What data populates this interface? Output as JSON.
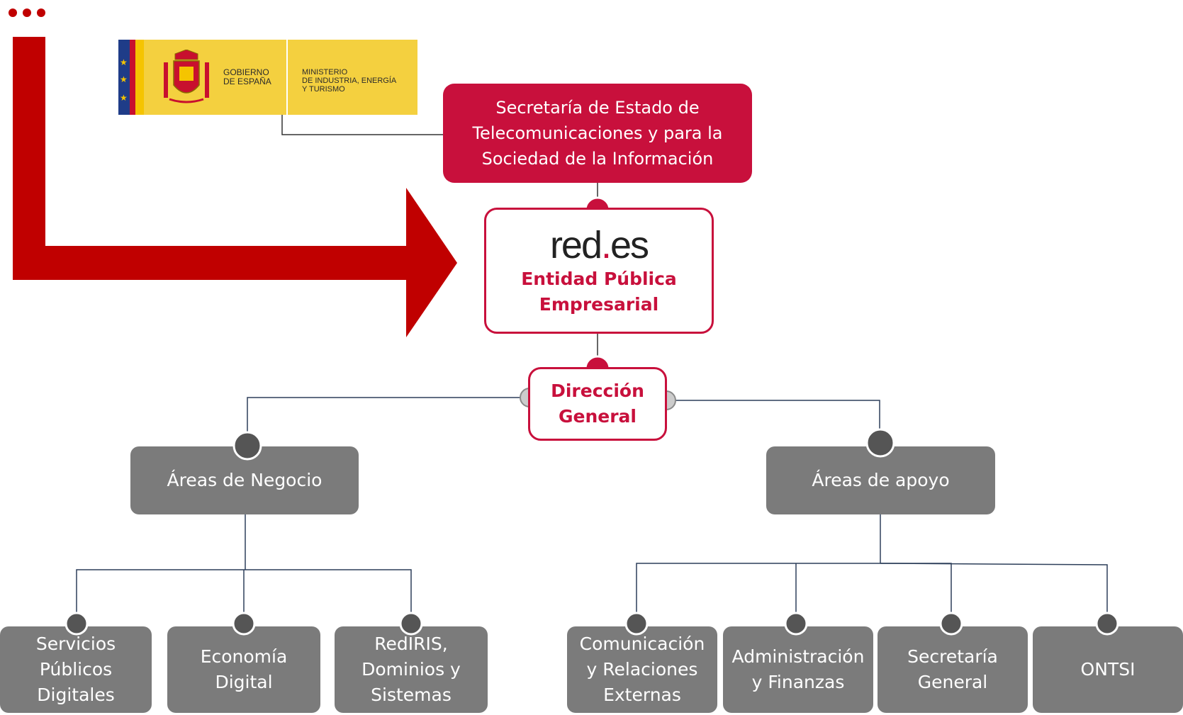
{
  "colors": {
    "accent_red": "#c8103c",
    "arrow_red": "#c00000",
    "box_gray": "#7b7b7b",
    "connector_dark": "#555555",
    "connector_light": "#cccccc",
    "logo_yellow": "#f4d03f"
  },
  "logo": {
    "left_text_line1": "GOBIERNO",
    "left_text_line2": "DE ESPAÑA",
    "right_text_line1": "MINISTERIO",
    "right_text_line2": "DE INDUSTRIA, ENERGÍA",
    "right_text_line3": "Y TURISMO"
  },
  "secretaria": {
    "line1": "Secretaría de Estado de",
    "line2": "Telecomunicaciones  y para la",
    "line3": "Sociedad de la Información"
  },
  "redes": {
    "brand_part1": "red",
    "brand_dot": ".",
    "brand_part2": "es",
    "line1": "Entidad Pública",
    "line2": "Empresarial"
  },
  "direccion": {
    "line1": "Dirección",
    "line2": "General"
  },
  "areas_negocio": {
    "label": "Áreas de Negocio",
    "children": [
      {
        "label": "Servicios\nPúblicos\nDigitales"
      },
      {
        "label": "Economía\nDigital"
      },
      {
        "label": "RedIRIS,\nDominios y\nSistemas"
      }
    ]
  },
  "areas_apoyo": {
    "label": "Áreas de apoyo",
    "children": [
      {
        "label": "Comunicación\ny Relaciones\nExternas"
      },
      {
        "label": "Administración\ny Finanzas"
      },
      {
        "label": "Secretaría\nGeneral"
      },
      {
        "label": "ONTSI"
      }
    ]
  }
}
